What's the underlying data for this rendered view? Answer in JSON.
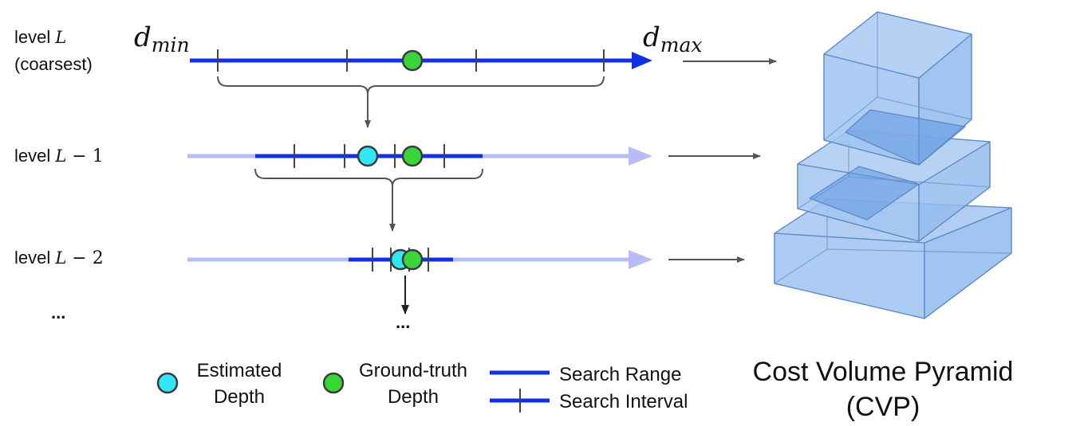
{
  "levels": [
    {
      "prefix": "level ",
      "symbol": "L",
      "suffix": "",
      "note": "(coarsest)"
    },
    {
      "prefix": "level ",
      "symbol": "L",
      "suffix": " − 1",
      "note": ""
    },
    {
      "prefix": "level ",
      "symbol": "L",
      "suffix": " − 2",
      "note": ""
    }
  ],
  "continuation": "...",
  "axis": {
    "dmin": {
      "base": "d",
      "sub": "min"
    },
    "dmax": {
      "base": "d",
      "sub": "max"
    }
  },
  "legend": {
    "estimated": [
      "Estimated",
      "Depth"
    ],
    "ground_truth": [
      "Ground-truth",
      "Depth"
    ],
    "search_range": "Search Range",
    "search_interval": "Search Interval"
  },
  "pyramid": {
    "title_line1": "Cost Volume Pyramid",
    "title_line2": "(CVP)"
  },
  "colors": {
    "range_dark": "#1030e6",
    "range_light": "#b6bdf6",
    "estimated": "#33e6f5",
    "ground_truth": "#38d638",
    "marker_stroke": "#3a3a3a",
    "cube_fill": "#9ec3f0",
    "cube_stroke": "#5b8bc8",
    "arrow_gray": "#555555"
  }
}
